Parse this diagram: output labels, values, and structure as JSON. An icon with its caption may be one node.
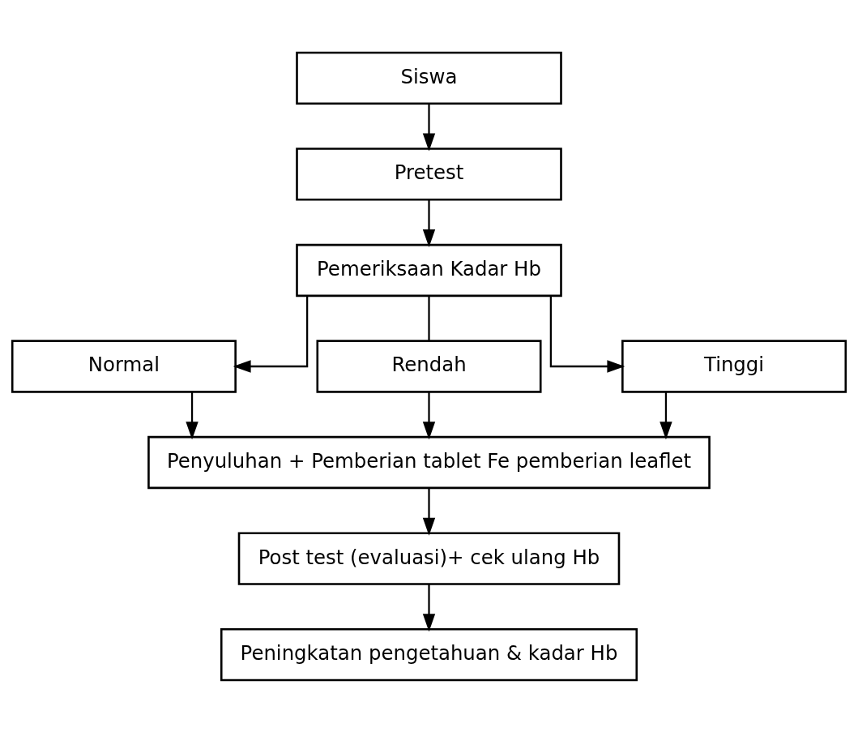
{
  "diagram": {
    "nodes": [
      {
        "text": [
          "Siswa"
        ]
      },
      {
        "text": [
          "Pretest"
        ]
      },
      {
        "text": [
          "Pemeriksaan Kadar Hb"
        ]
      },
      {
        "text": [
          "Normal"
        ]
      },
      {
        "text": [
          "Rendah"
        ]
      },
      {
        "text": [
          "Tinggi"
        ]
      },
      {
        "text": [
          "Penyuluhan + Pemberian tablet Fe pemberian leaflet"
        ]
      },
      {
        "text": [
          "Post test (evaluasi)+ cek ulang Hb"
        ]
      },
      {
        "text": [
          "Peningkatan pengetahuan & kadar Hb"
        ]
      }
    ],
    "edges": [
      {
        "from": 0,
        "to": 1,
        "arrow": "to"
      },
      {
        "from": 1,
        "to": 2,
        "arrow": "to"
      },
      {
        "from": 2,
        "to": 3,
        "arrow": "to"
      },
      {
        "from": 2,
        "to": 4,
        "arrow": "none"
      },
      {
        "from": 2,
        "to": 5,
        "arrow": "to"
      },
      {
        "from": 3,
        "to": 6,
        "arrow": "to"
      },
      {
        "from": 4,
        "to": 6,
        "arrow": "to"
      },
      {
        "from": 5,
        "to": 6,
        "arrow": "to"
      },
      {
        "from": 6,
        "to": 7,
        "arrow": "to"
      },
      {
        "from": 7,
        "to": 8,
        "arrow": "to"
      }
    ]
  }
}
